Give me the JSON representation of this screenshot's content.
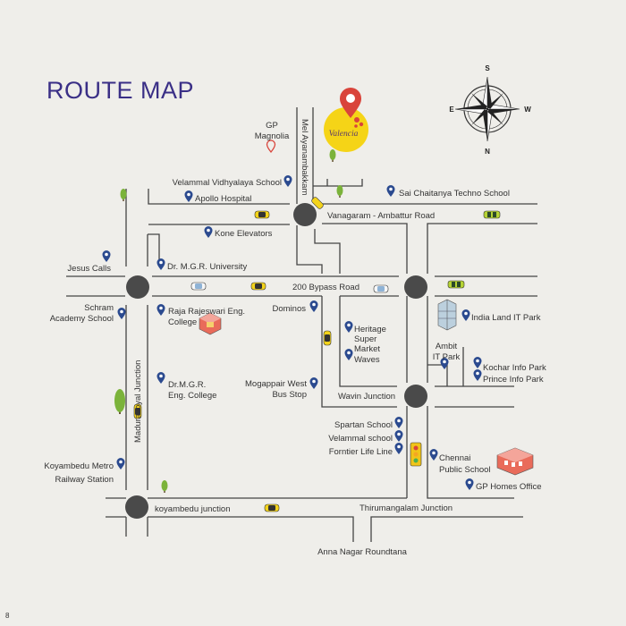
{
  "title": "ROUTE MAP",
  "page_number": "8",
  "compass": {
    "n": "N",
    "s": "S",
    "e": "E",
    "w": "W"
  },
  "brand": {
    "name": "Valencia"
  },
  "landmarks": {
    "gp_magnolia_1": "GP",
    "gp_magnolia_2": "Magnolia",
    "velammal_vidhyalaya": "Velammal Vidhyalaya School",
    "apollo": "Apollo Hospital",
    "sai_chaitanya": "Sai Chaitanya Techno School",
    "kone": "Kone Elevators",
    "jesus_calls": "Jesus Calls",
    "mgr_university": "Dr. M.G.R. University",
    "schram_1": "Schram",
    "schram_2": "Academy School",
    "raja_1": "Raja Rajeswari Eng.",
    "raja_2": "College",
    "dominos": "Dominos",
    "heritage_1": "Heritage",
    "heritage_2": "Super",
    "heritage_3": "Market",
    "waves": "Waves",
    "india_land": "India Land IT Park",
    "ambit_1": "Ambit",
    "ambit_2": "IT Park",
    "kochar": "Kochar Info Park",
    "prince": "Prince Info Park",
    "mgr_eng_1": "Dr.M.G.R.",
    "mgr_eng_2": "Eng. College",
    "mogappair_1": "Mogappair West",
    "mogappair_2": "Bus Stop",
    "spartan": "Spartan School",
    "velammal_school": "Velammal school",
    "frontier": "Forntier Life Line",
    "chennai_public_1": "Chennai",
    "chennai_public_2": "Public School",
    "gp_homes": "GP Homes Office",
    "koyambedu_metro_1": "Koyambedu Metro",
    "koyambedu_metro_2": "Railway Station"
  },
  "roads": {
    "mel_ayanambakkam": "Mel Ayanambakkam",
    "vanagaram_ambattur": "Vanagaram - Ambattur Road",
    "bypass": "200 Bypass Road",
    "maduravoyal": "Maduravoyal Junction",
    "wavin": "Wavin Junction",
    "koyambedu_junction": "koyambedu junction",
    "thirumangalam": "Thirumangalam Junction",
    "anna_nagar": "Anna Nagar Roundtana"
  },
  "colors": {
    "title": "#3a2f86",
    "road": "#444444",
    "junction": "#4a4a4a",
    "pin_blue": "#2b4a8f",
    "pin_red": "#d9443b",
    "brand_yellow": "#f5d417",
    "tree": "#7bb33a"
  }
}
